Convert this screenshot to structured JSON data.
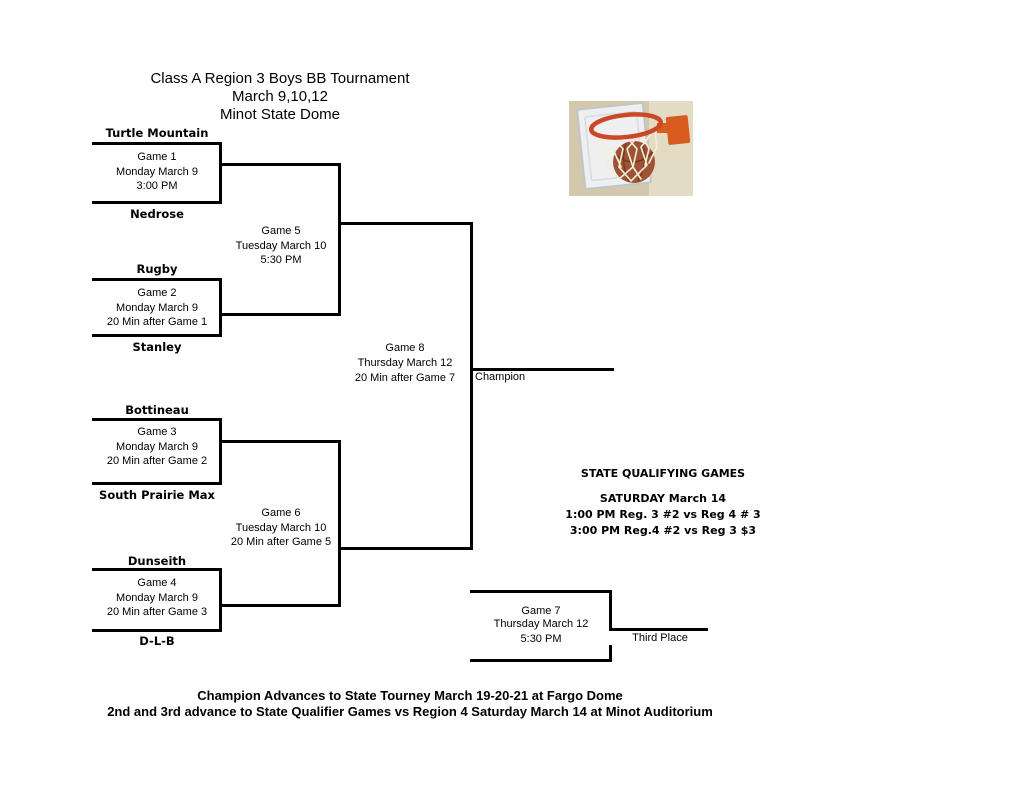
{
  "page": {
    "background": "#ffffff",
    "ink": "#000000"
  },
  "title": {
    "line1": "Class A Region 3 Boys BB Tournament",
    "line2": "March 9,10,12",
    "line3": "Minot State Dome"
  },
  "teams": {
    "turtle_mountain": "Turtle Mountain",
    "nedrose": "Nedrose",
    "rugby": "Rugby",
    "stanley": "Stanley",
    "bottineau": "Bottineau",
    "south_prairie_max": "South Prairie Max",
    "dunseith": "Dunseith",
    "dlb": "D-L-B"
  },
  "games": {
    "g1": {
      "name": "Game 1",
      "date": "Monday March 9",
      "time": "3:00 PM"
    },
    "g2": {
      "name": "Game 2",
      "date": "Monday March 9",
      "time": "20 Min after Game 1"
    },
    "g3": {
      "name": "Game 3",
      "date": "Monday March 9",
      "time": "20 Min after Game 2"
    },
    "g4": {
      "name": "Game 4",
      "date": "Monday March 9",
      "time": "20 Min after Game 3"
    },
    "g5": {
      "name": "Game 5",
      "date": "Tuesday March 10",
      "time": "5:30 PM"
    },
    "g6": {
      "name": "Game 6",
      "date": "Tuesday March 10",
      "time": "20 Min after Game 5"
    },
    "g7": {
      "name": "Game 7",
      "date": "Thursday March 12",
      "time": "5:30 PM"
    },
    "g8": {
      "name": "Game 8",
      "date": "Thursday March 12",
      "time": "20 Min after Game 7"
    }
  },
  "results": {
    "champion_label": "Champion",
    "third_place_label": "Third Place"
  },
  "qualifying": {
    "heading": "STATE QUALIFYING GAMES",
    "date": "SATURDAY March 14",
    "game1": "1:00 PM Reg. 3 #2 vs Reg 4 # 3",
    "game2": "3:00 PM Reg.4 #2 vs Reg 3 $3"
  },
  "footer": {
    "line1": "Champion Advances to State Tourney March 19-20-21 at Fargo Dome",
    "line2": "2nd and 3rd advance to State Qualifier Games vs Region 4 Saturday March 14  at Minot Auditorium"
  },
  "photo": {
    "subject": "basketball falling through hoop net",
    "colors": {
      "background": "#d3c8ac",
      "background_light": "#e3dbc4",
      "backboard": "#edeff0",
      "backboard_edge": "#c0c5c9",
      "rim": "#cc4727",
      "mount": "#d85c20",
      "net": "#f3eddb",
      "ball": "#a05332",
      "ball_seam": "#6f3a1d"
    }
  }
}
